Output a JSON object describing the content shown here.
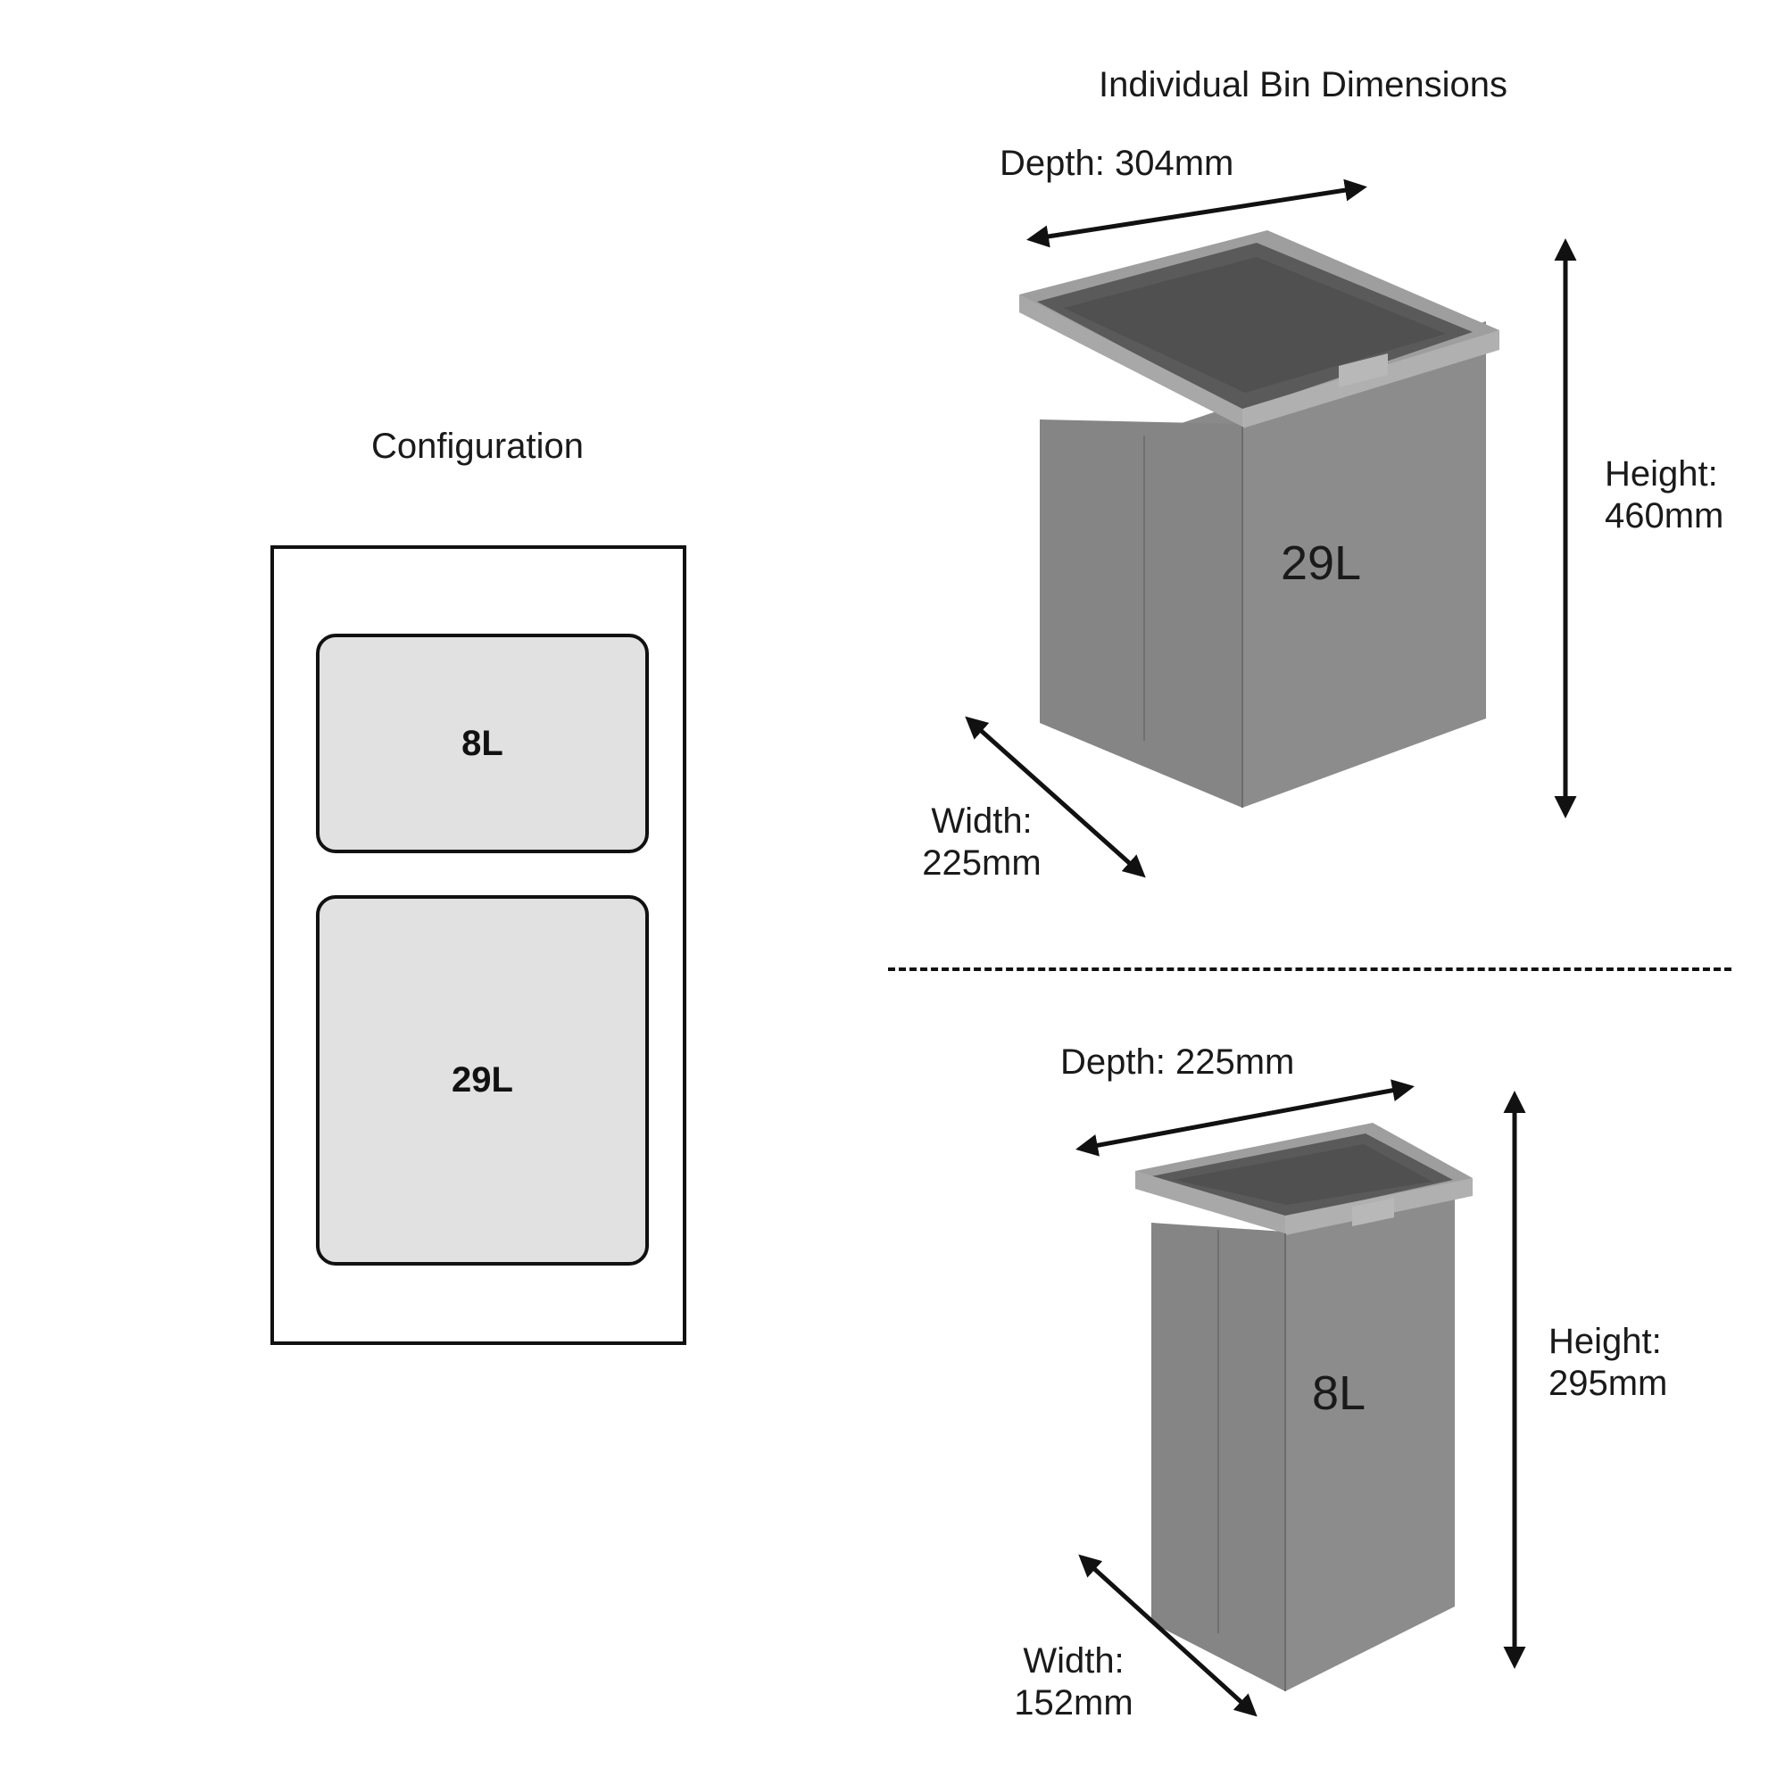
{
  "configuration": {
    "title": "Configuration",
    "bins": [
      {
        "label": "8L"
      },
      {
        "label": "29L"
      }
    ]
  },
  "dimensions": {
    "title": "Individual Bin Dimensions",
    "large_bin": {
      "capacity": "29L",
      "depth": "Depth: 304mm",
      "width_line1": "Width:",
      "width_line2": "225mm",
      "height_line1": "Height:",
      "height_line2": "460mm"
    },
    "small_bin": {
      "capacity": "8L",
      "depth": "Depth: 225mm",
      "width_line1": "Width:",
      "width_line2": "152mm",
      "height_line1": "Height:",
      "height_line2": "295mm"
    }
  },
  "colors": {
    "bin_body": "#868686",
    "bin_rim": "#9c9c9c",
    "bin_inner": "#5e5e5e",
    "config_fill": "#e1e1e1",
    "line": "#111111"
  }
}
